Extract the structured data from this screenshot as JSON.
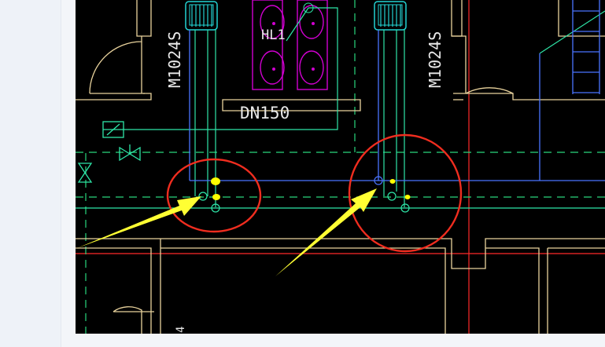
{
  "texts": {
    "door_left": "M1024S",
    "door_right": "M1024S",
    "hl": "HL1",
    "dn": "DN150",
    "small_digit": "4"
  },
  "colors": {
    "background": "#000000",
    "wall": "#e9d39d",
    "pipe_blue": "#4a74ff",
    "pipe_green": "#2ee6a8",
    "dashed_green": "#29d67d",
    "red_grid": "#ff2a2a",
    "magenta": "#d100d1",
    "cyan": "#23d3d3",
    "annotation": "#f02d1f",
    "arrow": "#ffff33",
    "text": "#e8e8e8"
  }
}
